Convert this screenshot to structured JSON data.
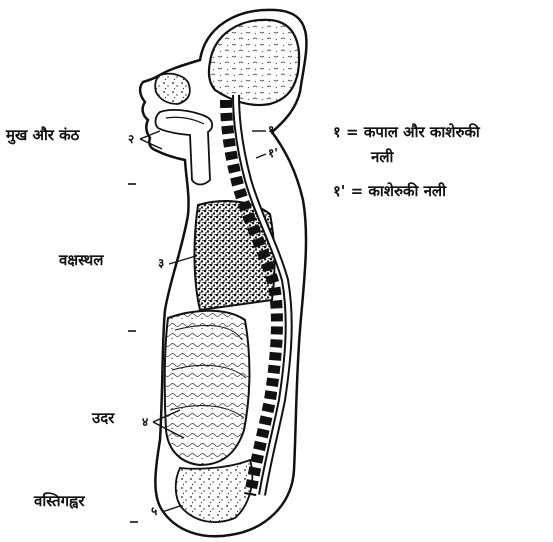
{
  "labels": {
    "mouth_throat": "मुख और कंठ",
    "chest": "वक्षस्थल",
    "abdomen": "उदर",
    "pelvis": "वस्तिगह्वर"
  },
  "markers": {
    "m1": "१",
    "m1_prime": "१'",
    "m2": "२",
    "m3": "३",
    "m4": "४",
    "m5": "५"
  },
  "legend": {
    "line1": "१ = कपाल और काशेरुकी",
    "line1_cont": "नली",
    "line2": "१' = काशेरुकी नली"
  }
}
